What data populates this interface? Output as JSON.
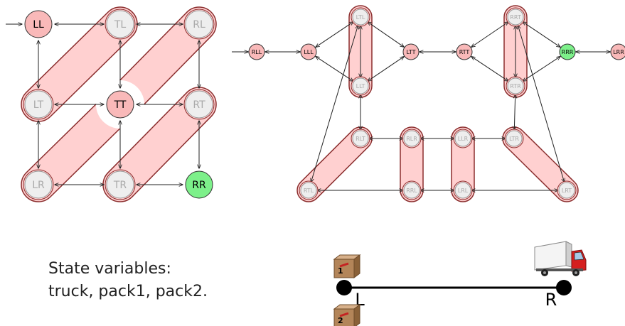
{
  "caption": {
    "line1": "State variables:",
    "line2": "truck, pack1, pack2."
  },
  "colors": {
    "group_fill": "#ffd0d0",
    "group_stroke": "#8b2e2e",
    "reached_fill": "#f9b9b9",
    "goal_fill": "#7df08a",
    "unreached_fill": "#eeeeee",
    "unreached_text": "#aaaaaa",
    "edge": "#222222"
  },
  "diagram1": {
    "nodes": [
      {
        "id": "LL",
        "label": "LL",
        "state": "reached"
      },
      {
        "id": "TL",
        "label": "TL",
        "state": "unreached"
      },
      {
        "id": "RL",
        "label": "RL",
        "state": "unreached"
      },
      {
        "id": "LT",
        "label": "LT",
        "state": "unreached"
      },
      {
        "id": "TT",
        "label": "TT",
        "state": "reached"
      },
      {
        "id": "RT",
        "label": "RT",
        "state": "unreached"
      },
      {
        "id": "LR",
        "label": "LR",
        "state": "unreached"
      },
      {
        "id": "TR",
        "label": "TR",
        "state": "unreached"
      },
      {
        "id": "RR",
        "label": "RR",
        "state": "goal"
      }
    ]
  },
  "diagram2": {
    "nodes": [
      {
        "id": "RLL",
        "label": "RLL",
        "state": "reached"
      },
      {
        "id": "LLL",
        "label": "LLL",
        "state": "reached"
      },
      {
        "id": "LTL",
        "label": "LTL",
        "state": "unreached"
      },
      {
        "id": "LLT",
        "label": "LLT",
        "state": "unreached"
      },
      {
        "id": "LTT",
        "label": "LTT",
        "state": "reached"
      },
      {
        "id": "RTT",
        "label": "RTT",
        "state": "reached"
      },
      {
        "id": "RRT",
        "label": "RRT",
        "state": "unreached"
      },
      {
        "id": "RTR",
        "label": "RTR",
        "state": "unreached"
      },
      {
        "id": "RRR",
        "label": "RRR",
        "state": "goal"
      },
      {
        "id": "LRR",
        "label": "LRR",
        "state": "reached"
      },
      {
        "id": "RLT",
        "label": "RLT",
        "state": "unreached"
      },
      {
        "id": "RLR",
        "label": "RLR",
        "state": "unreached"
      },
      {
        "id": "LLR",
        "label": "LLR",
        "state": "unreached"
      },
      {
        "id": "LTR",
        "label": "LTR",
        "state": "unreached"
      },
      {
        "id": "RTL",
        "label": "RTL",
        "state": "unreached"
      },
      {
        "id": "RRL",
        "label": "RRL",
        "state": "unreached"
      },
      {
        "id": "LRL",
        "label": "LRL",
        "state": "unreached"
      },
      {
        "id": "LRT",
        "label": "LRT",
        "state": "unreached"
      }
    ]
  },
  "scene": {
    "left_label": "L",
    "right_label": "R",
    "package1_label": "1",
    "package2_label": "2",
    "truck_icon": "truck-icon",
    "package_icon": "package-icon"
  }
}
